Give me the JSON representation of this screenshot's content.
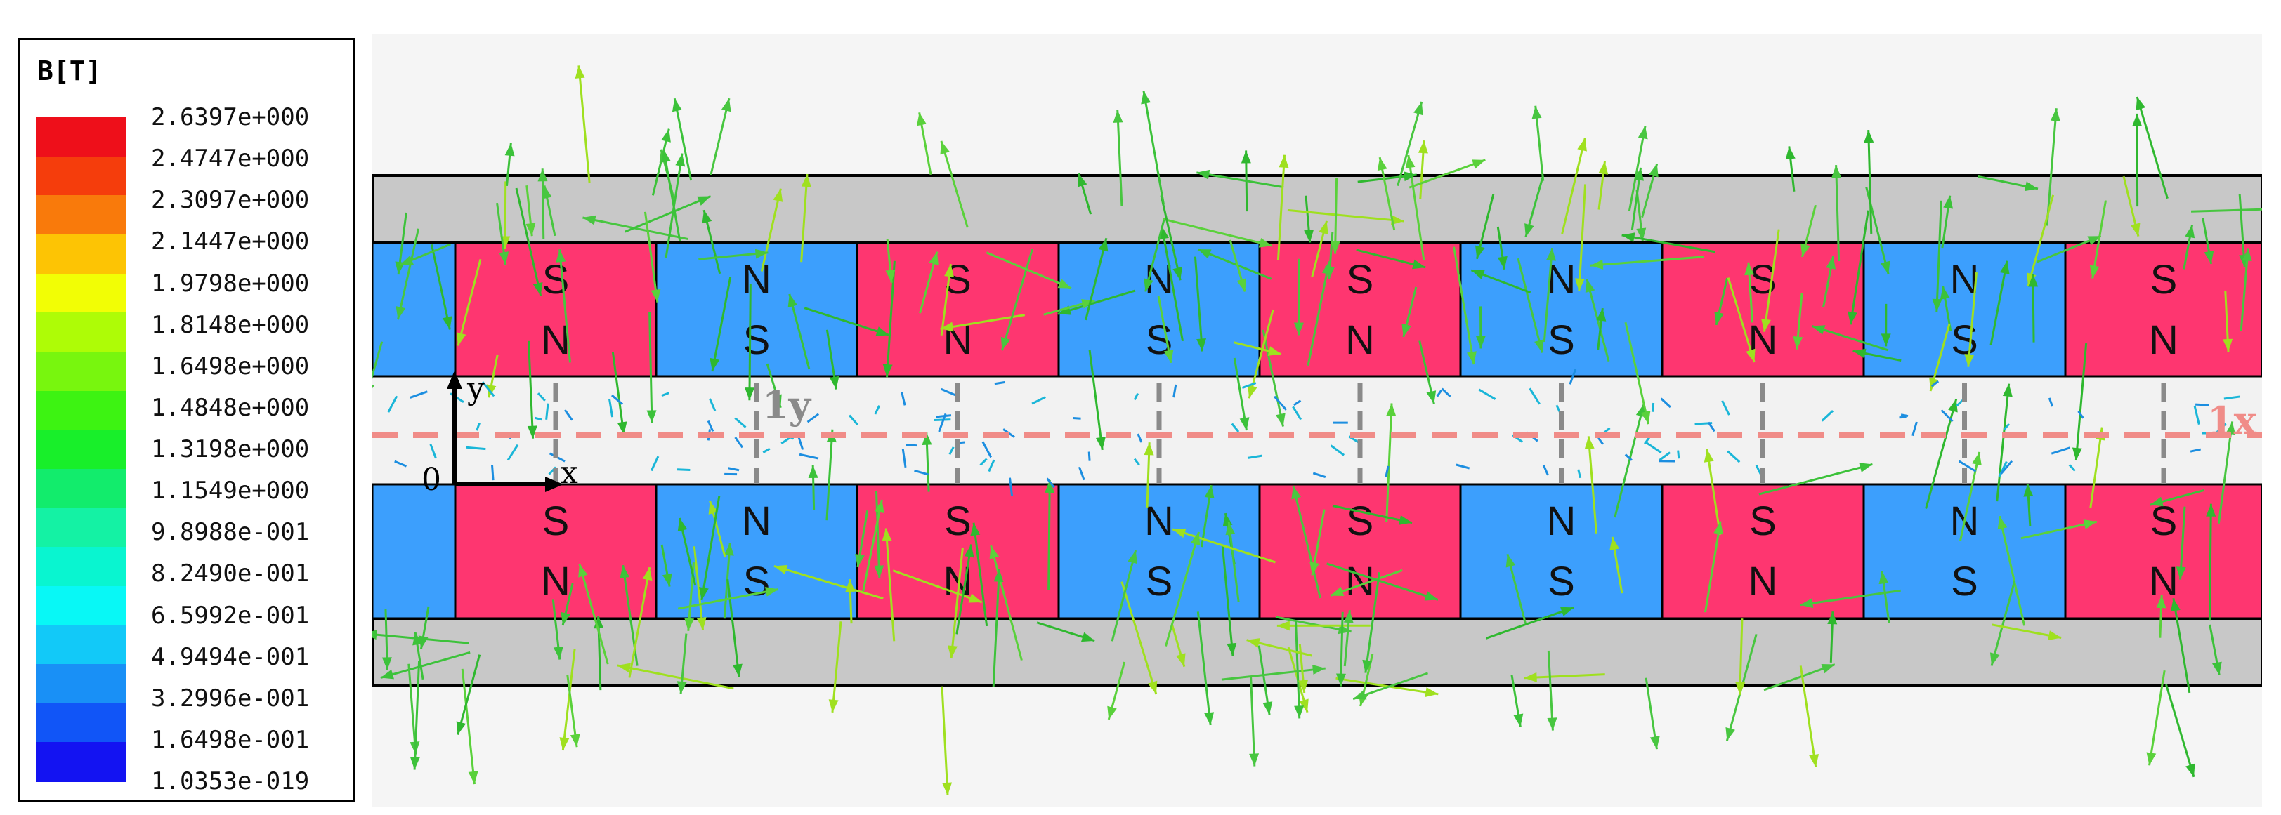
{
  "legend": {
    "title": "B[T]",
    "ticks": [
      "2.6397e+000",
      "2.4747e+000",
      "2.3097e+000",
      "2.1447e+000",
      "1.9798e+000",
      "1.8148e+000",
      "1.6498e+000",
      "1.4848e+000",
      "1.3198e+000",
      "1.1549e+000",
      "9.8988e-001",
      "8.2490e-001",
      "6.5992e-001",
      "4.9494e-001",
      "3.2996e-001",
      "1.6498e-001",
      "1.0353e-019"
    ],
    "colors": [
      "#ee0f1a",
      "#f53d0c",
      "#f97a0b",
      "#fdc404",
      "#f2fe05",
      "#aefc06",
      "#78f60e",
      "#3df312",
      "#18ef2a",
      "#12ec6c",
      "#14f2a4",
      "#09f5d0",
      "#08f8f6",
      "#12c9f8",
      "#1990f6",
      "#1155f7",
      "#1313f2"
    ]
  },
  "diagram": {
    "top_row_labels": [
      [
        "S",
        "N"
      ],
      [
        "N",
        "S"
      ],
      [
        "S",
        "N"
      ],
      [
        "N",
        "S"
      ],
      [
        "S",
        "N"
      ],
      [
        "N",
        "S"
      ],
      [
        "S",
        "N"
      ],
      [
        "N",
        "S"
      ],
      [
        "S",
        "N"
      ]
    ],
    "bottom_row_labels": [
      [
        "S",
        "N"
      ],
      [
        "N",
        "S"
      ],
      [
        "S",
        "N"
      ],
      [
        "N",
        "S"
      ],
      [
        "S",
        "N"
      ],
      [
        "N",
        "S"
      ],
      [
        "S",
        "N"
      ],
      [
        "N",
        "S"
      ],
      [
        "S",
        "N"
      ]
    ],
    "magnet_types": [
      "S",
      "N",
      "S",
      "N",
      "S",
      "N",
      "S",
      "N",
      "S"
    ],
    "colors": {
      "red_magnet": "#fe3670",
      "blue_magnet": "#3c9ffd",
      "iron": "#c8c8c8",
      "gap": "#f2f2f2",
      "background": "#f5f5f5",
      "path_x": "#f08c88",
      "path_y": "#8a8a8a"
    },
    "path_x_label": "1x",
    "path_y_label": "1y",
    "axis_x_label": "x",
    "axis_y_label": "y",
    "origin_label": "0"
  }
}
